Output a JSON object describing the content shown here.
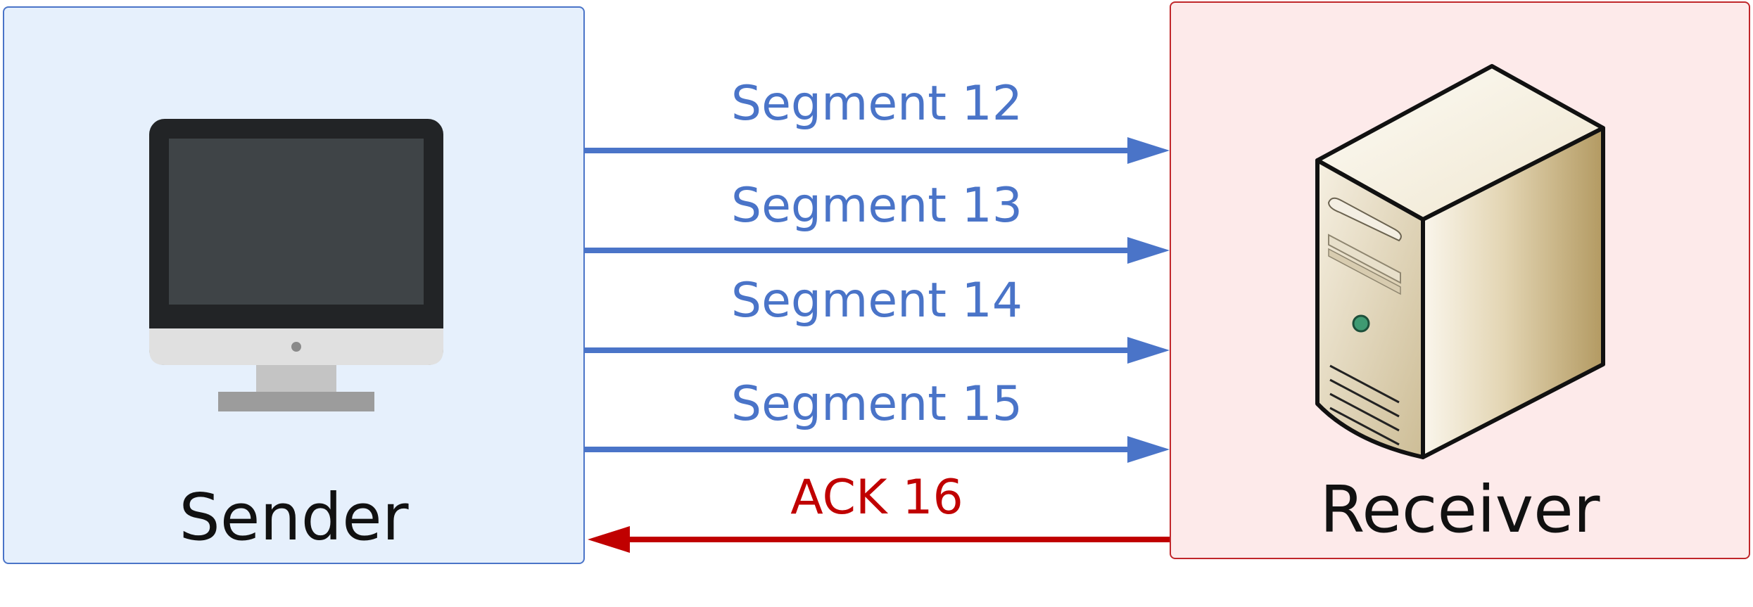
{
  "sender": {
    "label": "Sender",
    "icon": "desktop-computer-icon"
  },
  "receiver": {
    "label": "Receiver",
    "icon": "server-tower-icon"
  },
  "colors": {
    "segment": "#4a74c8",
    "ack": "#c00000",
    "sender_fill": "#e6f0fc",
    "receiver_fill": "#fdeaea"
  },
  "messages": [
    {
      "label": "Segment 12",
      "direction": "sender-to-receiver"
    },
    {
      "label": "Segment 13",
      "direction": "sender-to-receiver"
    },
    {
      "label": "Segment 14",
      "direction": "sender-to-receiver"
    },
    {
      "label": "Segment 15",
      "direction": "sender-to-receiver"
    },
    {
      "label": "ACK 16",
      "direction": "receiver-to-sender"
    }
  ]
}
